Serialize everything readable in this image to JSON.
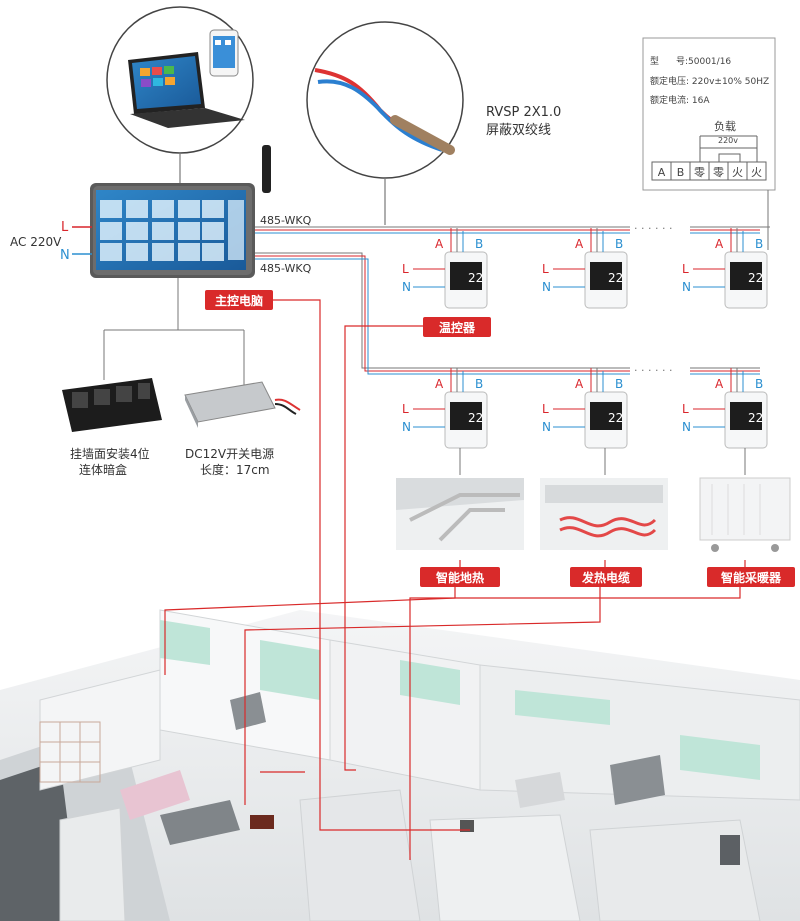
{
  "power": {
    "label": "AC 220V",
    "line_l": "L",
    "line_n": "N"
  },
  "bus": {
    "label_top": "485-WKQ",
    "label_bottom": "485-WKQ"
  },
  "cable": {
    "model": "RVSP 2X1.0",
    "name": "屏蔽双绞线"
  },
  "spec": {
    "model_label": "型",
    "model_value": "号:50001/16",
    "voltage": "额定电压: 220v±10%  50HZ",
    "current": "额定电流: 16A",
    "load_label": "负载",
    "load_voltage": "220v",
    "terminals": [
      "A",
      "B",
      "零",
      "零",
      "火",
      "火"
    ]
  },
  "tags": {
    "master": "主控电脑",
    "thermostat": "温控器",
    "floor_heating": "智能地热",
    "heating_cable": "发热电缆",
    "heater": "智能采暖器"
  },
  "accessories": {
    "box_line1": "挂墙面安装4位",
    "box_line2": "连体暗盒",
    "psu_line1": "DC12V开关电源",
    "psu_line2": "长度：17cm"
  },
  "thermostat_labels": {
    "a": "A",
    "b": "B",
    "l": "L",
    "n": "N",
    "display": "22"
  },
  "colors": {
    "red": "#d9252b",
    "blue": "#2b8fd0",
    "gray": "#777777",
    "tag": "#d92a2a"
  }
}
